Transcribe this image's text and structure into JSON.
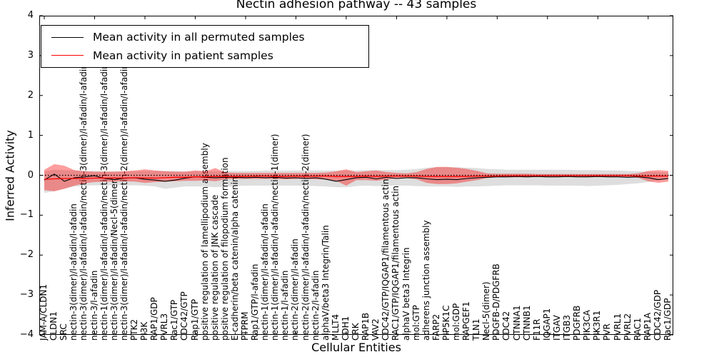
{
  "chart_data": {
    "type": "line",
    "title": "Nectin adhesion pathway -- 43 samples",
    "xlabel": "Cellular Entities",
    "ylabel": "Inferred Activity",
    "ylim": [
      -4,
      4
    ],
    "yticks": [
      4,
      3,
      2,
      1,
      0,
      -1,
      -2,
      -3,
      -4
    ],
    "xtick_every": 5,
    "grid": false,
    "legend_position": "upper left",
    "zero_line_style": "dotted",
    "categories": [
      "JAM-A/CLDN1",
      "CLDN1",
      "SRC",
      "nectin-3(dimer)/l-afadin/l-afadin",
      "nectin-3(dimer)/l-afadin/l-afadin/nectin-3(dimer)/l-afadin/l-afadin",
      "nectin-3/l-afadin",
      "nectin-1(dimer)/l-afadin/l-afadin/nectin-3(dimer)/l-afadin/l-afadin",
      "nectin-3(dimer)/l-afadin/Necl-5(dimer)",
      "nectin-3(dimer)/l-afadin/l-afadin/nectin-2(dimer)/l-afadin/l-afadin",
      "PTK2",
      "PI3K",
      "RAP1/GDP",
      "PVRL3",
      "Rac1/GTP",
      "CDC42/GTP",
      "Rap1/GTP",
      "positive regulation of lamellipodium assembly",
      "positive regulation of JNK cascade",
      "positive regulation of filopodium formation",
      "E-cadherin/beta catenin/alpha catenin",
      "PTPRM",
      "Rap1/GTP/l-afadin",
      "nectin-1(dimer)/l-afadin/l-afadin",
      "nectin-1(dimer)/l-afadin/l-afadin/nectin-1(dimer)",
      "nectin-1/l-afadin",
      "nectin-2(dimer)/l-afadin",
      "nectin-2(dimer)/l-afadin/l-afadin/nectin-2(dimer)",
      "nectin-2/l-afadin",
      "alphaV/beta3 Integrin/Talin",
      "MLLT4",
      "CDH1",
      "CRK",
      "RAP1B",
      "VAV2",
      "CDC42/GTP/IQGAP1/filamentous actin",
      "RAC1/GTP/IQGAP1/filamentous actin",
      "alphaV beta3 Integrin",
      "mol:GTP",
      "adherens junction assembly",
      "FARP2",
      "PIP5K1C",
      "mol:GDP",
      "RAPGEF1",
      "TLN1",
      "Necl-5(dimer)",
      "PDGFB-D/PDGFRB",
      "CDC42",
      "CTNNA1",
      "CTNNB1",
      "F11R",
      "IQGAP1",
      "ITGAV",
      "ITGB3",
      "PDGFRB",
      "PIK3CA",
      "PIK3R1",
      "PVR",
      "PVRL1",
      "PVRL2",
      "RAC1",
      "RAP1A",
      "CDC42/GDP",
      "Rac1/GDP"
    ],
    "series": [
      {
        "name": "Mean activity in all permuted samples",
        "color": "#000000",
        "band_color": "rgba(0,0,0,0.13)",
        "mean": [
          -0.12,
          0.03,
          -0.15,
          -0.06,
          -0.04,
          -0.01,
          -0.08,
          -0.11,
          -0.07,
          -0.06,
          -0.1,
          -0.12,
          -0.15,
          -0.12,
          -0.07,
          -0.04,
          -0.05,
          -0.06,
          -0.05,
          -0.05,
          -0.06,
          -0.05,
          -0.06,
          -0.05,
          -0.07,
          -0.06,
          -0.08,
          -0.06,
          -0.1,
          -0.15,
          -0.11,
          -0.06,
          -0.05,
          -0.09,
          -0.05,
          -0.08,
          -0.06,
          -0.06,
          -0.09,
          -0.11,
          -0.1,
          -0.11,
          -0.08,
          -0.06,
          -0.05,
          -0.04,
          -0.04,
          -0.03,
          -0.04,
          -0.03,
          -0.04,
          -0.04,
          -0.03,
          -0.04,
          -0.04,
          -0.03,
          -0.04,
          -0.04,
          -0.05,
          -0.04,
          -0.06,
          -0.11,
          -0.08
        ],
        "band_hi": [
          0.1,
          0.14,
          0.13,
          0.12,
          0.11,
          0.11,
          0.1,
          0.1,
          0.1,
          0.1,
          0.11,
          0.11,
          0.11,
          0.11,
          0.1,
          0.1,
          0.1,
          0.1,
          0.11,
          0.11,
          0.11,
          0.11,
          0.12,
          0.12,
          0.12,
          0.12,
          0.12,
          0.12,
          0.12,
          0.12,
          0.12,
          0.12,
          0.13,
          0.13,
          0.13,
          0.13,
          0.14,
          0.16,
          0.19,
          0.2,
          0.2,
          0.2,
          0.19,
          0.18,
          0.16,
          0.15,
          0.14,
          0.14,
          0.14,
          0.14,
          0.14,
          0.14,
          0.14,
          0.13,
          0.13,
          0.13,
          0.12,
          0.12,
          0.11,
          0.1,
          0.09,
          0.08,
          0.07
        ],
        "band_lo": [
          -0.44,
          -0.4,
          -0.33,
          -0.28,
          -0.26,
          -0.25,
          -0.25,
          -0.25,
          -0.25,
          -0.25,
          -0.26,
          -0.28,
          -0.34,
          -0.31,
          -0.28,
          -0.28,
          -0.28,
          -0.3,
          -0.28,
          -0.27,
          -0.26,
          -0.26,
          -0.26,
          -0.26,
          -0.26,
          -0.26,
          -0.26,
          -0.27,
          -0.28,
          -0.3,
          -0.3,
          -0.27,
          -0.26,
          -0.27,
          -0.26,
          -0.26,
          -0.26,
          -0.27,
          -0.28,
          -0.28,
          -0.28,
          -0.29,
          -0.28,
          -0.28,
          -0.27,
          -0.26,
          -0.25,
          -0.25,
          -0.25,
          -0.25,
          -0.26,
          -0.26,
          -0.26,
          -0.26,
          -0.27,
          -0.26,
          -0.25,
          -0.24,
          -0.22,
          -0.2,
          -0.17,
          -0.13,
          -0.09
        ]
      },
      {
        "name": "Mean activity in patient samples",
        "color": "#ff0000",
        "band_color": "rgba(255,0,0,0.38)",
        "mean": [
          -0.1,
          -0.09,
          -0.08,
          -0.08,
          -0.08,
          -0.07,
          -0.07,
          -0.07,
          -0.07,
          -0.06,
          -0.07,
          -0.07,
          -0.06,
          -0.05,
          -0.05,
          -0.04,
          -0.04,
          -0.03,
          -0.03,
          -0.03,
          -0.03,
          -0.02,
          -0.02,
          -0.03,
          -0.03,
          -0.02,
          -0.03,
          -0.02,
          -0.02,
          -0.03,
          -0.03,
          -0.03,
          -0.02,
          -0.03,
          -0.02,
          -0.02,
          -0.02,
          -0.02,
          -0.03,
          -0.03,
          -0.03,
          -0.03,
          -0.03,
          -0.02,
          -0.02,
          -0.02,
          -0.01,
          -0.01,
          -0.01,
          -0.01,
          -0.01,
          -0.01,
          -0.01,
          -0.01,
          -0.01,
          -0.01,
          -0.01,
          -0.01,
          -0.01,
          -0.02,
          -0.02,
          -0.02,
          -0.02
        ],
        "band_hi": [
          0.14,
          0.28,
          0.24,
          0.13,
          0.1,
          0.09,
          0.09,
          0.09,
          0.1,
          0.12,
          0.15,
          0.12,
          0.1,
          0.09,
          0.09,
          0.12,
          0.1,
          0.18,
          0.07,
          0.06,
          0.06,
          0.06,
          0.06,
          0.06,
          0.06,
          0.06,
          0.06,
          0.06,
          0.07,
          0.1,
          0.15,
          0.08,
          0.1,
          0.12,
          0.08,
          0.06,
          0.05,
          0.08,
          0.16,
          0.21,
          0.21,
          0.19,
          0.16,
          0.11,
          0.05,
          0.04,
          0.04,
          0.04,
          0.04,
          0.03,
          0.03,
          0.03,
          0.03,
          0.03,
          0.03,
          0.03,
          0.03,
          0.03,
          0.03,
          0.05,
          0.11,
          0.13,
          0.11
        ],
        "band_lo": [
          -0.37,
          -0.4,
          -0.34,
          -0.26,
          -0.2,
          -0.17,
          -0.16,
          -0.16,
          -0.15,
          -0.16,
          -0.19,
          -0.17,
          -0.16,
          -0.15,
          -0.14,
          -0.14,
          -0.13,
          -0.15,
          -0.1,
          -0.09,
          -0.09,
          -0.09,
          -0.09,
          -0.09,
          -0.1,
          -0.09,
          -0.09,
          -0.1,
          -0.1,
          -0.14,
          -0.26,
          -0.12,
          -0.12,
          -0.14,
          -0.1,
          -0.08,
          -0.07,
          -0.1,
          -0.19,
          -0.22,
          -0.22,
          -0.2,
          -0.16,
          -0.12,
          -0.07,
          -0.05,
          -0.05,
          -0.05,
          -0.05,
          -0.04,
          -0.04,
          -0.04,
          -0.04,
          -0.04,
          -0.04,
          -0.04,
          -0.04,
          -0.04,
          -0.05,
          -0.06,
          -0.15,
          -0.19,
          -0.16
        ]
      }
    ]
  }
}
